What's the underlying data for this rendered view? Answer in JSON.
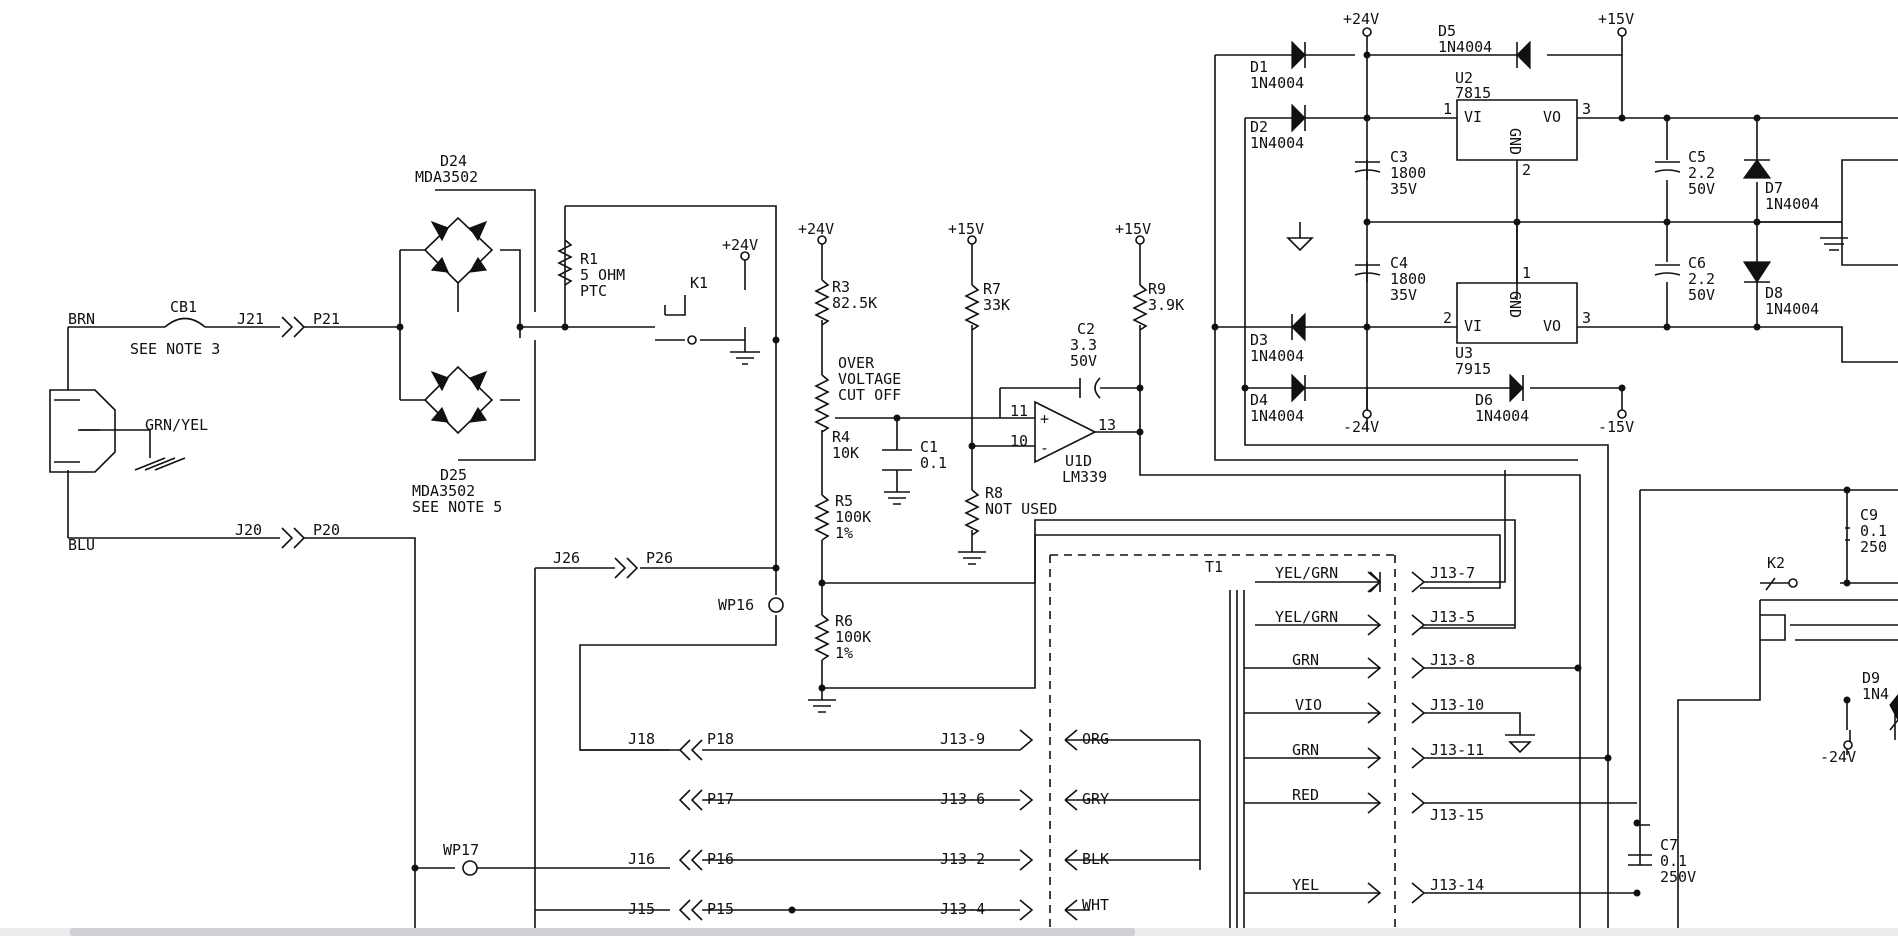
{
  "labels": {
    "brn": "BRN",
    "blu": "BLU",
    "grnyel": "GRN/YEL",
    "cb1": "CB1",
    "note3": "SEE NOTE 3",
    "j21": "J21",
    "p21": "P21",
    "j20": "J20",
    "p20": "P20",
    "d24": "D24",
    "d24p": "MDA3502",
    "d25": "D25",
    "d25p": "MDA3502",
    "note5": "SEE NOTE 5",
    "r1": "R1",
    "r1v": "5 OHM",
    "r1t": "PTC",
    "k1": "K1",
    "k2": "K2",
    "p24a": "+24V",
    "p24b": "+24V",
    "p24c": "+24V",
    "p15a": "+15V",
    "p15b": "+15V",
    "p15c": "+15V",
    "m24": "-24V",
    "m24b": "-24V",
    "m15": "-15V",
    "r3": "R3",
    "r3v": "82.5K",
    "over": "OVER",
    "voltage": "VOLTAGE",
    "cutoff": "CUT OFF",
    "r4": "R4",
    "r4v": "10K",
    "c1": "C1",
    "c1v": "0.1",
    "r5": "R5",
    "r5v": "100K",
    "r5t": "1%",
    "r6": "R6",
    "r6v": "100K",
    "r6t": "1%",
    "r7": "R7",
    "r7v": "33K",
    "r8": "R8",
    "r8v": "NOT USED",
    "c2": "C2",
    "c2v": "3.3",
    "c2t": "50V",
    "r9": "R9",
    "r9v": "3.9K",
    "u1d": "U1D",
    "lm339": "LM339",
    "pin11": "11",
    "pin10": "10",
    "pin13": "13",
    "j26": "J26",
    "p26": "P26",
    "wp16": "WP16",
    "wp17": "WP17",
    "j18": "J18",
    "p18": "P18",
    "p17": "P17",
    "j16": "J16",
    "p16": "P16",
    "j15": "J15",
    "p15": "P15",
    "j139": "J13-9",
    "j136": "J13-6",
    "j132": "J13-2",
    "j134": "J13-4",
    "org": "ORG",
    "gry": "GRY",
    "blk": "BLK",
    "wht": "WHT",
    "t1": "T1",
    "yelgrn1": "YEL/GRN",
    "yelgrn2": "YEL/GRN",
    "grn1": "GRN",
    "vio": "VIO",
    "grn2": "GRN",
    "red": "RED",
    "yel": "YEL",
    "j137": "J13-7",
    "j135": "J13-5",
    "j138": "J13-8",
    "j1310": "J13-10",
    "j1311": "J13-11",
    "j1315": "J13-15",
    "j1314": "J13-14",
    "d1": "D1",
    "d1p": "1N4004",
    "d2": "D2",
    "d2p": "1N4004",
    "d3": "D3",
    "d3p": "1N4004",
    "d4": "D4",
    "d4p": "1N4004",
    "d5": "D5",
    "d5p": "1N4004",
    "d6": "D6",
    "d6p": "1N4004",
    "d7": "D7",
    "d7p": "1N4004",
    "d8": "D8",
    "d8p": "1N4004",
    "d9": "D9",
    "d9p": "1N4",
    "c3": "C3",
    "c3v": "1800",
    "c3t": "35V",
    "c4": "C4",
    "c4v": "1800",
    "c4t": "35V",
    "c5": "C5",
    "c5v": "2.2",
    "c5t": "50V",
    "c6": "C6",
    "c6v": "2.2",
    "c6t": "50V",
    "c7": "C7",
    "c7v": "0.1",
    "c7t": "250V",
    "c9": "C9",
    "c9v": "0.1",
    "c9t": "250",
    "u2": "U2",
    "u2p": "7815",
    "u3": "U3",
    "u3p": "7915",
    "vi": "VI",
    "vo": "VO",
    "vi2": "VI",
    "vo2": "VO",
    "gnd1": "GND",
    "gnd2": "GND",
    "u2p1": "1",
    "u2p2": "2",
    "u2p3": "3",
    "u3p1": "1",
    "u3p2": "2",
    "u3p3": "3",
    "plus": "+",
    "minus": "-"
  }
}
